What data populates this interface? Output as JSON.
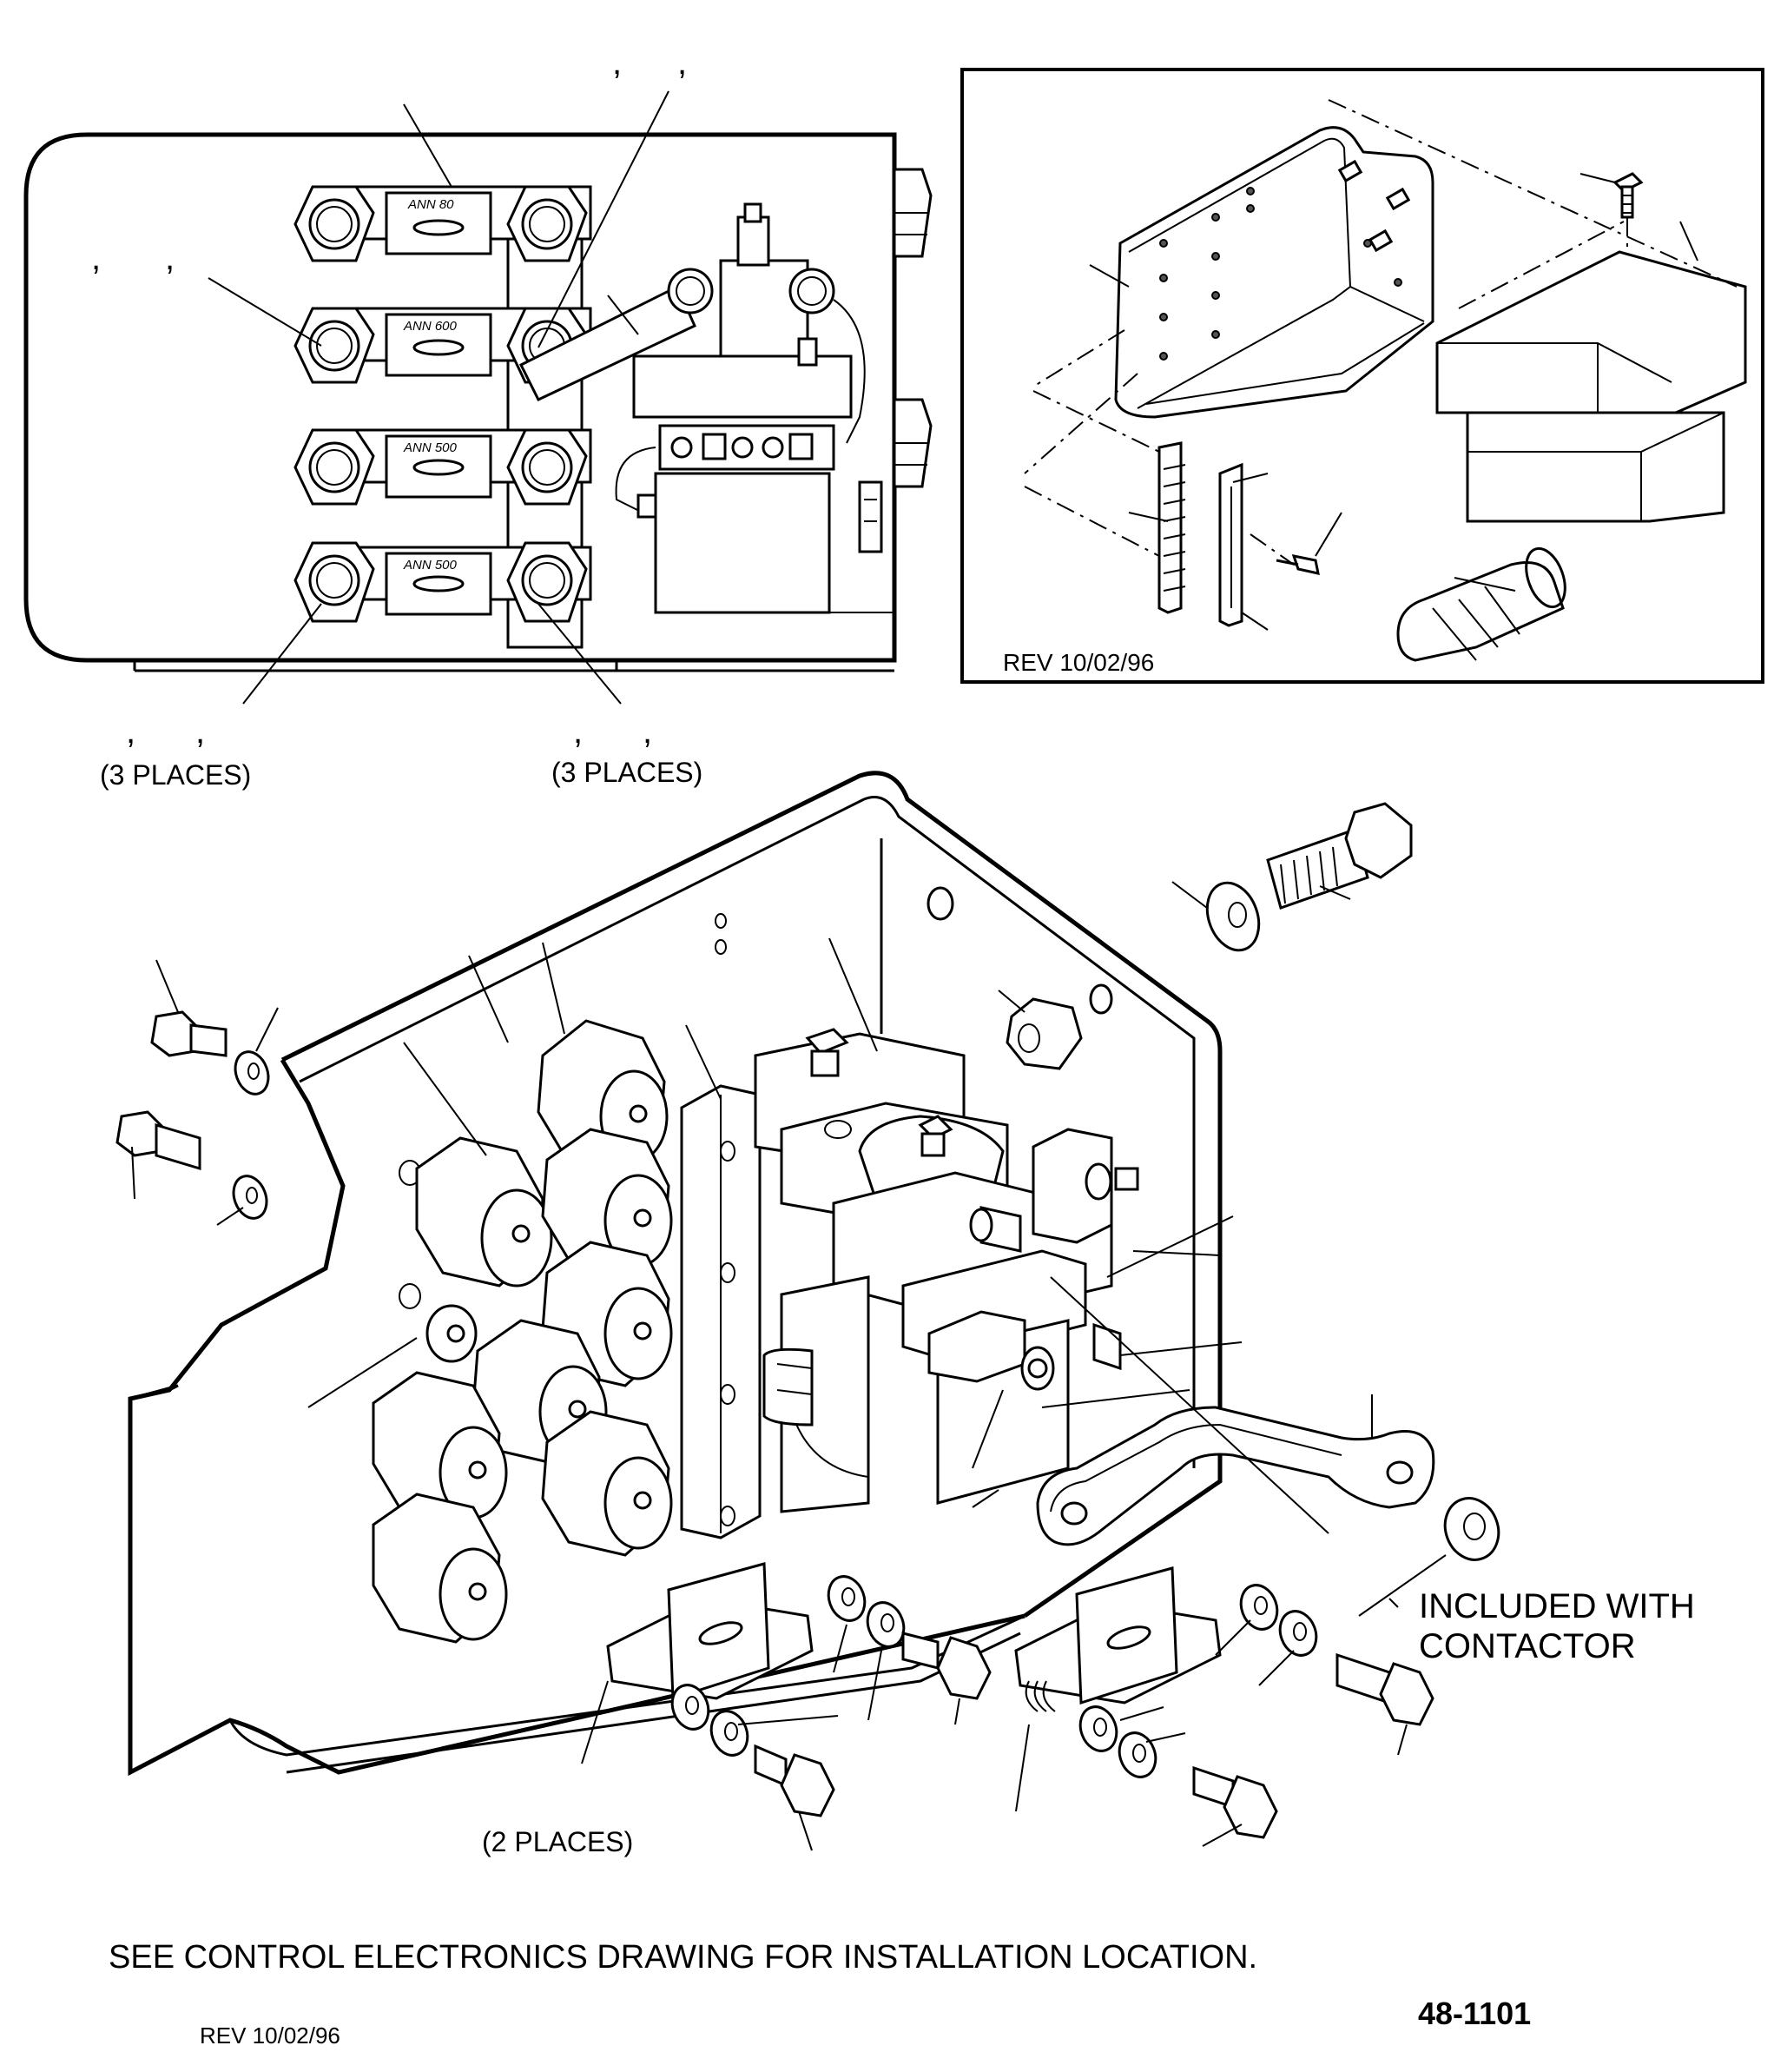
{
  "diagram": {
    "inset_revision": "REV 10/02/96",
    "places_label_left": "(3 PLACES)",
    "places_label_right": "(3 PLACES)",
    "places_label_bottom": "(2 PLACES)",
    "included_with_line1": "INCLUDED WITH",
    "included_with_line2": "CONTACTOR",
    "install_note": "SEE CONTROL ELECTRONICS DRAWING FOR INSTALLATION LOCATION.",
    "drawing_number": "48-1101",
    "revision": "REV 10/02/96",
    "fuse_ratings": [
      "ANN 80",
      "ANN 600",
      "ANN 500",
      "ANN 500"
    ],
    "comma_marks": [
      ",",
      ",",
      ",",
      ",",
      ",",
      ",",
      ",",
      ",",
      ",",
      ","
    ]
  }
}
